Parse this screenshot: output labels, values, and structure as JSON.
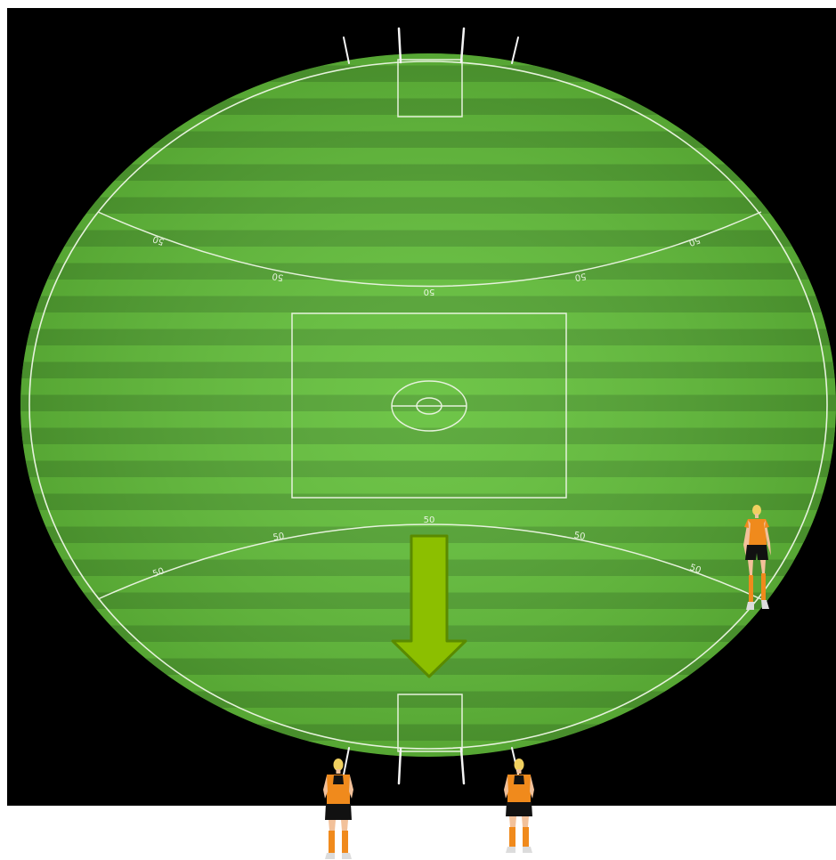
{
  "diagram": {
    "marks": {
      "fifty": "50"
    },
    "colors": {
      "background": "#000000",
      "field_light": "#5fbf35",
      "field_dark": "#3f8a25",
      "line": "#e6f2dc",
      "arrow_fill": "#8cbf00",
      "arrow_stroke": "#5a8a00",
      "jersey": "#f08a1c",
      "shorts": "#111111",
      "skin": "#f2c19a",
      "hair": "#f0d060"
    },
    "players": [
      {
        "id": "right",
        "facing": "front"
      },
      {
        "id": "bottom-left",
        "facing": "back"
      },
      {
        "id": "bottom-right",
        "facing": "back"
      }
    ],
    "arrow": {
      "direction": "down"
    },
    "posts": {
      "count_per_end": 4
    }
  }
}
